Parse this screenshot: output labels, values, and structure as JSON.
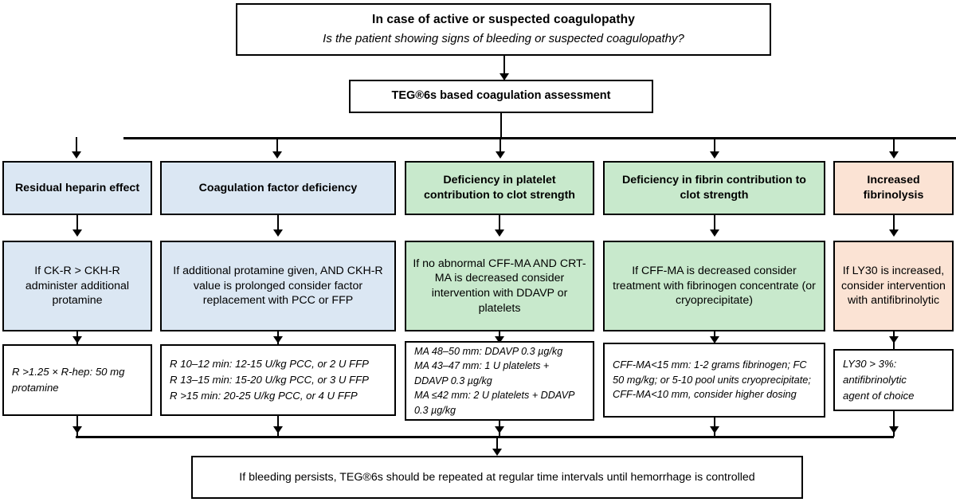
{
  "diagram": {
    "title_box": {
      "heading": "In case of active or suspected coagulopathy",
      "question": "Is the patient showing signs of bleeding or suspected coagulopathy?"
    },
    "assessment_box": {
      "label": "TEG®6s based coagulation assessment"
    },
    "columns": [
      {
        "id": "residual-heparin-effect",
        "color": "#dbe7f3",
        "header": "Residual heparin effect",
        "recommendation": "If CK-R > CKH-R administer additional protamine",
        "dosing": "R >1.25 × R-hep: 50 mg protamine"
      },
      {
        "id": "coagulation-factor-deficiency",
        "color": "#dbe7f3",
        "header": "Coagulation factor deficiency",
        "recommendation": "If additional protamine given, AND CKH-R value is prolonged consider factor replacement with PCC or FFP",
        "dosing_lines": [
          "R 10–12 min: 12-15 U/kg PCC, or 2 U FFP",
          "R 13–15 min: 15-20 U/kg PCC, or 3 U FFP",
          "R >15 min: 20-25 U/kg PCC, or 4 U FFP"
        ]
      },
      {
        "id": "platelet-contribution-deficiency",
        "color": "#c8e9cc",
        "header": "Deficiency in platelet contribution to clot strength",
        "recommendation": "If no abnormal CFF-MA AND CRT-MA is decreased consider intervention with DDAVP or platelets",
        "dosing_lines": [
          "MA 48–50 mm: DDAVP 0.3 µg/kg",
          "MA 43–47 mm: 1 U  platelets + DDAVP 0.3 µg/kg",
          "MA ≤42 mm: 2 U platelets + DDAVP 0.3 µg/kg"
        ]
      },
      {
        "id": "fibrin-contribution-deficiency",
        "color": "#c8e9cc",
        "header": "Deficiency in fibrin contribution to clot  strength",
        "recommendation": "If CFF-MA is decreased consider treatment with fibrinogen concentrate (or cryoprecipitate)",
        "dosing": "CFF-MA<15 mm: 1-2 grams fibrinogen; FC 50 mg/kg; or 5-10 pool units cryoprecipitate; CFF-MA<10 mm, consider higher dosing"
      },
      {
        "id": "increased-fibrinolysis",
        "color": "#fbe3d4",
        "header": "Increased fibrinolysis",
        "recommendation": "If LY30 is increased, consider intervention with antifibrinolytic",
        "dosing_lines": [
          "LY30 > 3%:",
          "antifibrinolytic",
          "agent of choice"
        ]
      }
    ],
    "footer_box": {
      "label": "If bleeding persists, TEG®6s should be repeated at regular time intervals until hemorrhage is controlled"
    }
  }
}
